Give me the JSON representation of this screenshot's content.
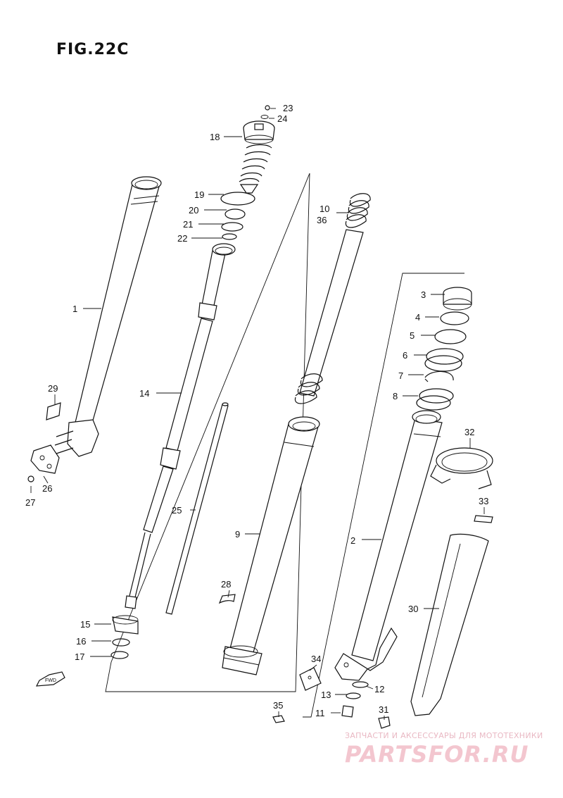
{
  "figure": {
    "title": "FIG.22C"
  },
  "fwd_label": "FWD",
  "watermark": {
    "line1": "ЗАПЧАСТИ И АКСЕССУАРЫ ДЛЯ МОТОТЕХНИКИ",
    "line2": "PARTSFOR.RU"
  },
  "callouts": [
    "1",
    "2",
    "3",
    "4",
    "5",
    "6",
    "7",
    "8",
    "9",
    "10",
    "11",
    "12",
    "13",
    "14",
    "15",
    "16",
    "17",
    "18",
    "19",
    "20",
    "21",
    "22",
    "23",
    "24",
    "25",
    "26",
    "27",
    "28",
    "29",
    "30",
    "31",
    "32",
    "33",
    "34",
    "35",
    "36"
  ]
}
